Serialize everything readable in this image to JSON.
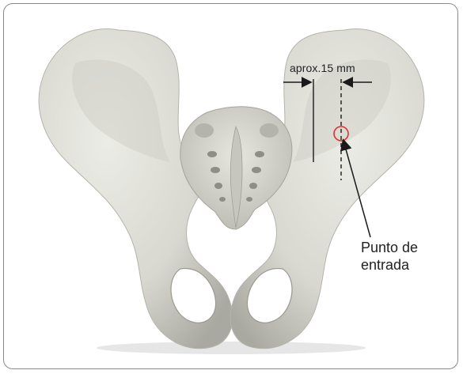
{
  "annotations": {
    "measurement_label": "aprox.15 mm",
    "entry_point_line1": "Punto de",
    "entry_point_line2": "entrada"
  },
  "colors": {
    "bone_fill": "#dcdcd6",
    "bone_shadow": "#b9b9b1",
    "bone_dark": "#8e8e86",
    "marker_circle": "#e03030",
    "line": "#1a1a1a",
    "frame_border": "#8a8a8a"
  },
  "icons": {
    "marker": "entry-point-circle-icon",
    "arrow": "pointer-arrow-icon"
  }
}
